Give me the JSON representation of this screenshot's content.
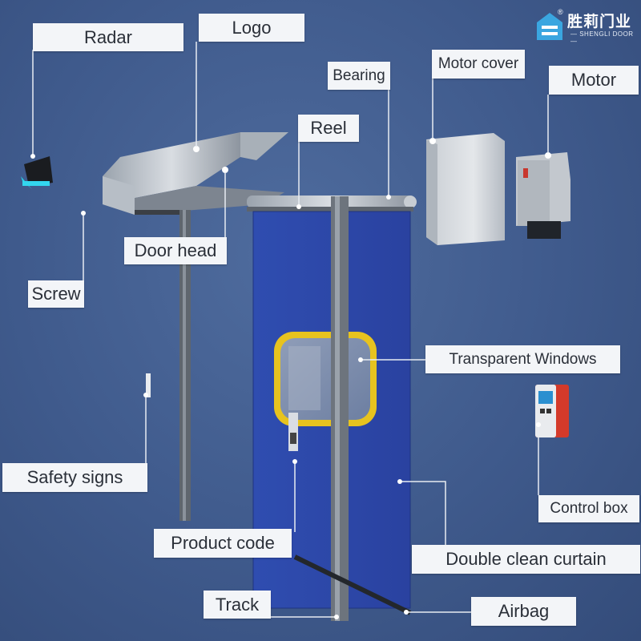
{
  "brand": {
    "name_cn": "胜莉门业",
    "name_en": "— SHENGLI DOOR —",
    "registered": "®"
  },
  "labels": {
    "radar": "Radar",
    "logo": "Logo",
    "bearing": "Bearing",
    "motor_cover": "Motor cover",
    "motor": "Motor",
    "reel": "Reel",
    "door_head": "Door head",
    "screw": "Screw",
    "transparent_windows": "Transparent Windows",
    "control_box": "Control box",
    "safety_signs": "Safety signs",
    "product_code": "Product code",
    "double_clean_curtain": "Double clean curtain",
    "track": "Track",
    "airbag": "Airbag"
  },
  "colors": {
    "background": "#3f5a8c",
    "curtain": "#2e48a8",
    "window_frame": "#e8c21e",
    "label_bg": "#f3f5f8",
    "brand_icon": "#3aa6e0"
  }
}
